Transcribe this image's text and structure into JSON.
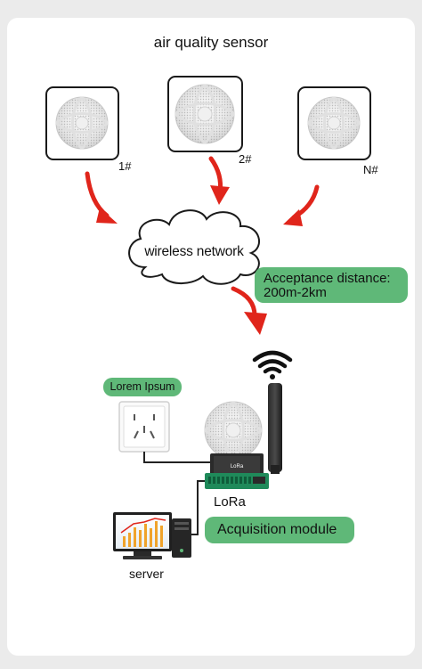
{
  "title": "air quality sensor",
  "sensors": [
    {
      "label": "1#"
    },
    {
      "label": "2#"
    },
    {
      "label": "N#"
    }
  ],
  "network": {
    "label": "wireless network"
  },
  "distance": {
    "line1": "Acceptance distance:",
    "line2": "200m-2km"
  },
  "socket": {
    "label": "Lorem Ipsum"
  },
  "module": {
    "label": "LoRa",
    "device_text": "LoRa"
  },
  "acquisition": {
    "label": "Acquisition module"
  },
  "server": {
    "label": "server"
  },
  "colors": {
    "accent_green": "#5fb878",
    "arrow_red": "#e0251b",
    "device_green": "#1f8a5a"
  }
}
